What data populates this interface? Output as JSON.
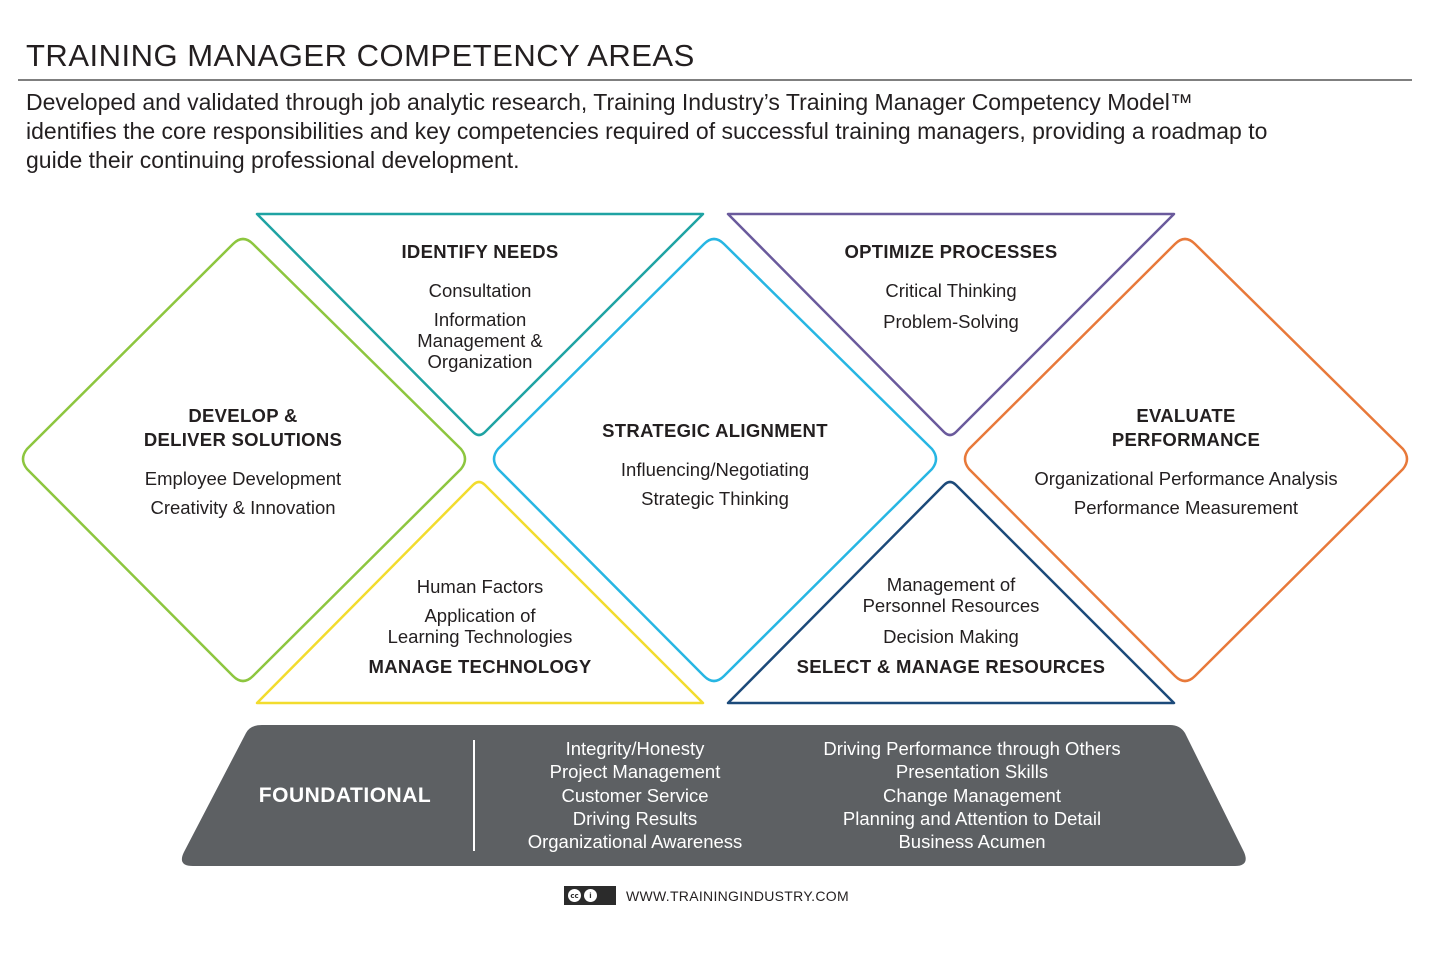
{
  "title": "TRAINING MANAGER COMPETENCY AREAS",
  "intro": "Developed and validated through job analytic research, Training Industry’s Training Manager Competency Model™ identifies the core responsibilities and key competencies required of successful training managers, providing a roadmap to guide their continuing professional development.",
  "colors": {
    "develop": "#8dc63f",
    "identify": "#1fa3a3",
    "technology": "#f2dc2e",
    "strategic": "#27b6e3",
    "optimize": "#6a5a9c",
    "resources": "#1c4a7a",
    "evaluate": "#e8793a",
    "foundation": "#5d6063"
  },
  "areas": {
    "develop": {
      "heading": [
        "DEVELOP &",
        "DELIVER SOLUTIONS"
      ],
      "items": [
        "Employee Development",
        "Creativity & Innovation"
      ]
    },
    "identify": {
      "heading": [
        "IDENTIFY NEEDS"
      ],
      "items": [
        "Consultation",
        "Information",
        "Management &",
        "Organization"
      ]
    },
    "strategic": {
      "heading": [
        "STRATEGIC ALIGNMENT"
      ],
      "items": [
        "Influencing/Negotiating",
        "Strategic Thinking"
      ]
    },
    "optimize": {
      "heading": [
        "OPTIMIZE PROCESSES"
      ],
      "items": [
        "Critical Thinking",
        "Problem-Solving"
      ]
    },
    "evaluate": {
      "heading": [
        "EVALUATE",
        "PERFORMANCE"
      ],
      "items": [
        "Organizational Performance Analysis",
        "Performance Measurement"
      ]
    },
    "technology": {
      "heading": [
        "MANAGE TECHNOLOGY"
      ],
      "items": [
        "Human Factors",
        "Application of",
        "Learning Technologies"
      ]
    },
    "resources": {
      "heading": [
        "SELECT & MANAGE RESOURCES"
      ],
      "items": [
        "Management of",
        "Personnel Resources",
        "Decision Making"
      ]
    }
  },
  "foundational": {
    "label": "FOUNDATIONAL",
    "column1": [
      "Integrity/Honesty",
      "Project Management",
      "Customer Service",
      "Driving Results",
      "Organizational Awareness"
    ],
    "column2": [
      "Driving Performance through Others",
      "Presentation Skills",
      "Change Management",
      "Planning and Attention to Detail",
      "Business Acumen"
    ]
  },
  "footer": {
    "cc_icon": "creative-commons-icon",
    "url": "WWW.TRAININGINDUSTRY.COM"
  }
}
